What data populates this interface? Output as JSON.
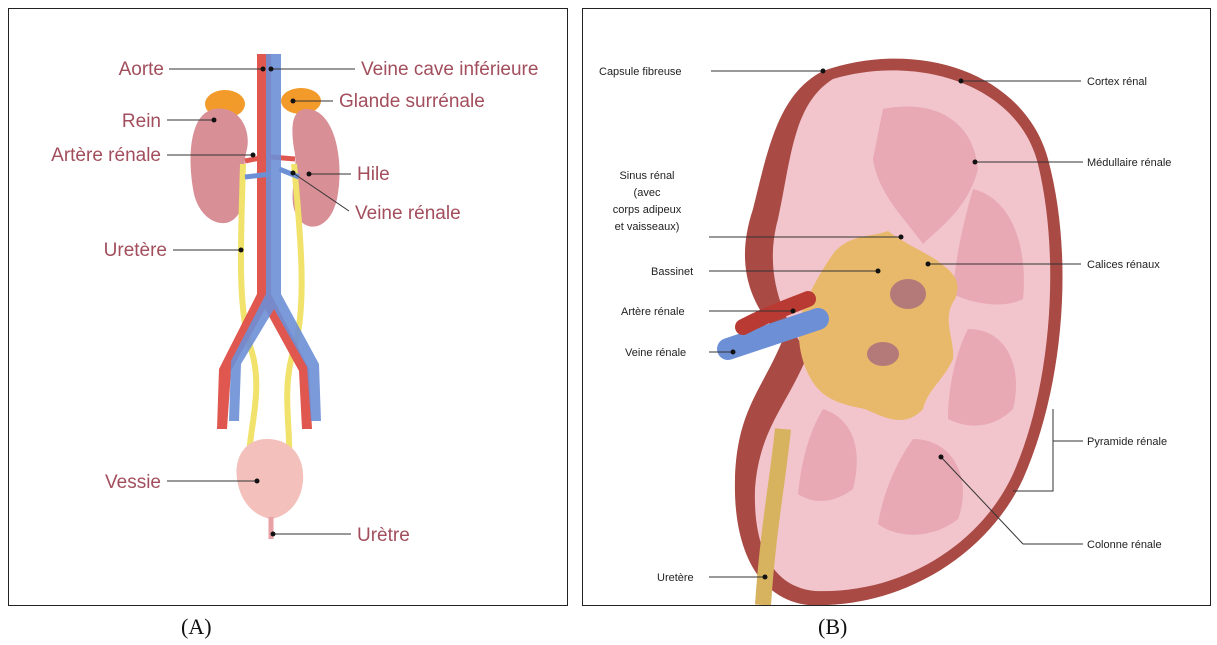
{
  "panel_a": {
    "caption": "(A)",
    "labels": {
      "aorte": "Aorte",
      "veine_cave": "Veine cave inférieure",
      "rein": "Rein",
      "glande": "Glande surrénale",
      "artere": "Artère rénale",
      "hile": "Hile",
      "veine_renale": "Veine rénale",
      "uretere": "Uretère",
      "vessie": "Vessie",
      "uretre": "Urètre"
    }
  },
  "panel_b": {
    "caption": "(B)",
    "labels": {
      "capsule": "Capsule fibreuse",
      "cortex": "Cortex rénal",
      "sinus1": "Sinus rénal",
      "sinus2": "(avec",
      "sinus3": "corps adipeux",
      "sinus4": "et vaisseaux)",
      "medullaire": "Médullaire rénale",
      "bassinet": "Bassinet",
      "calices": "Calices rénaux",
      "artere": "Artère rénale",
      "veine": "Veine rénale",
      "pyramide": "Pyramide rénale",
      "colonne": "Colonne rénale",
      "uretere": "Uretère"
    }
  },
  "colors": {
    "label_panel_a": "#a24e5c",
    "artery_red": "#e0574f",
    "vein_blue": "#6d8fd6",
    "kidney_pink": "#d88f96",
    "adrenal_orange": "#f39b2a",
    "ureter_yellow": "#f0e26a",
    "bladder_pink": "#f3c0bb"
  }
}
